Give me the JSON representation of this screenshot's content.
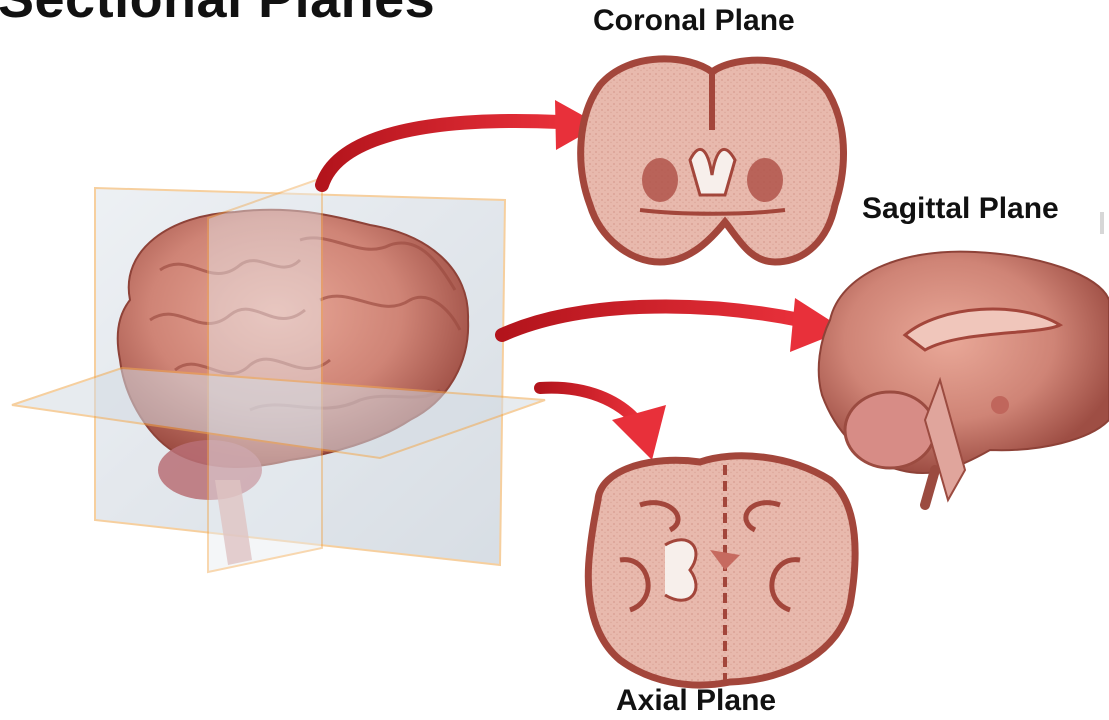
{
  "title": "Sectional Planes",
  "labels": {
    "coronal": "Coronal Plane",
    "sagittal": "Sagittal Plane",
    "axial": "Axial Plane"
  },
  "colors": {
    "arrow": "#d7222b",
    "brain_tissue": "#c87a6c",
    "section_outline": "#a3463b",
    "plane_fill": "#c9d2dc",
    "plane_edge": "#f0a850"
  }
}
